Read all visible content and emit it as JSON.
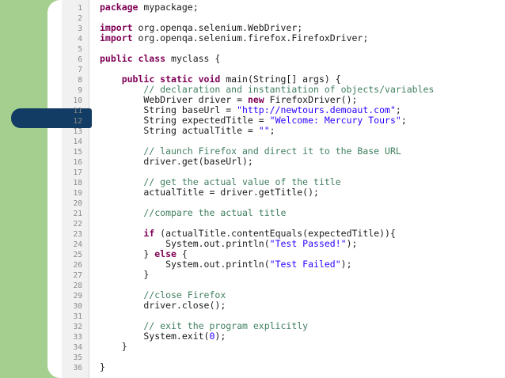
{
  "code": {
    "lines": [
      [
        {
          "k": "kw",
          "t": "package"
        },
        {
          "k": "p",
          "t": " mypackage;"
        }
      ],
      [],
      [
        {
          "k": "kw",
          "t": "import"
        },
        {
          "k": "p",
          "t": " org.openqa.selenium.WebDriver;"
        }
      ],
      [
        {
          "k": "kw",
          "t": "import"
        },
        {
          "k": "p",
          "t": " org.openqa.selenium.firefox.FirefoxDriver;"
        }
      ],
      [],
      [
        {
          "k": "kw",
          "t": "public class"
        },
        {
          "k": "p",
          "t": " myclass {"
        }
      ],
      [],
      [
        {
          "k": "p",
          "t": "    "
        },
        {
          "k": "kw",
          "t": "public static void"
        },
        {
          "k": "p",
          "t": " main(String[] args) {"
        }
      ],
      [
        {
          "k": "cm",
          "t": "        // declaration and instantiation of objects/variables"
        }
      ],
      [
        {
          "k": "p",
          "t": "        WebDriver driver = "
        },
        {
          "k": "kw",
          "t": "new"
        },
        {
          "k": "p",
          "t": " FirefoxDriver();"
        }
      ],
      [
        {
          "k": "p",
          "t": "        String baseUrl = "
        },
        {
          "k": "st",
          "t": "\"http://newtours.demoaut.com\""
        },
        {
          "k": "p",
          "t": ";"
        }
      ],
      [
        {
          "k": "p",
          "t": "        String expectedTitle = "
        },
        {
          "k": "st",
          "t": "\"Welcome: Mercury Tours\""
        },
        {
          "k": "p",
          "t": ";"
        }
      ],
      [
        {
          "k": "p",
          "t": "        String actualTitle = "
        },
        {
          "k": "st",
          "t": "\"\""
        },
        {
          "k": "p",
          "t": ";"
        }
      ],
      [],
      [
        {
          "k": "cm",
          "t": "        // launch Firefox and direct it to the Base URL"
        }
      ],
      [
        {
          "k": "p",
          "t": "        driver.get(baseUrl);"
        }
      ],
      [],
      [
        {
          "k": "cm",
          "t": "        // get the actual value of the title"
        }
      ],
      [
        {
          "k": "p",
          "t": "        actualTitle = driver.getTitle();"
        }
      ],
      [],
      [
        {
          "k": "cm",
          "t": "        //compare the actual title"
        }
      ],
      [],
      [
        {
          "k": "p",
          "t": "        "
        },
        {
          "k": "kw",
          "t": "if"
        },
        {
          "k": "p",
          "t": " (actualTitle.contentEquals(expectedTitle)){"
        }
      ],
      [
        {
          "k": "p",
          "t": "            System.out.println("
        },
        {
          "k": "st",
          "t": "\"Test Passed!\""
        },
        {
          "k": "p",
          "t": ");"
        }
      ],
      [
        {
          "k": "p",
          "t": "        } "
        },
        {
          "k": "kw",
          "t": "else"
        },
        {
          "k": "p",
          "t": " {"
        }
      ],
      [
        {
          "k": "p",
          "t": "            System.out.println("
        },
        {
          "k": "st",
          "t": "\"Test Failed\""
        },
        {
          "k": "p",
          "t": ");"
        }
      ],
      [
        {
          "k": "p",
          "t": "        }"
        }
      ],
      [],
      [
        {
          "k": "cm",
          "t": "        //close Firefox"
        }
      ],
      [
        {
          "k": "p",
          "t": "        driver.close();"
        }
      ],
      [],
      [
        {
          "k": "cm",
          "t": "        // exit the program explicitly"
        }
      ],
      [
        {
          "k": "p",
          "t": "        System.exit("
        },
        {
          "k": "st",
          "t": "0"
        },
        {
          "k": "p",
          "t": ");"
        }
      ],
      [
        {
          "k": "p",
          "t": "    }"
        }
      ],
      [],
      [
        {
          "k": "p",
          "t": "}"
        }
      ]
    ]
  },
  "colors": {
    "green_band": "#a5cf8e",
    "blue_tab": "#123c63",
    "keyword": "#7f0055",
    "comment": "#3f7f5f",
    "string": "#2a00ff"
  }
}
